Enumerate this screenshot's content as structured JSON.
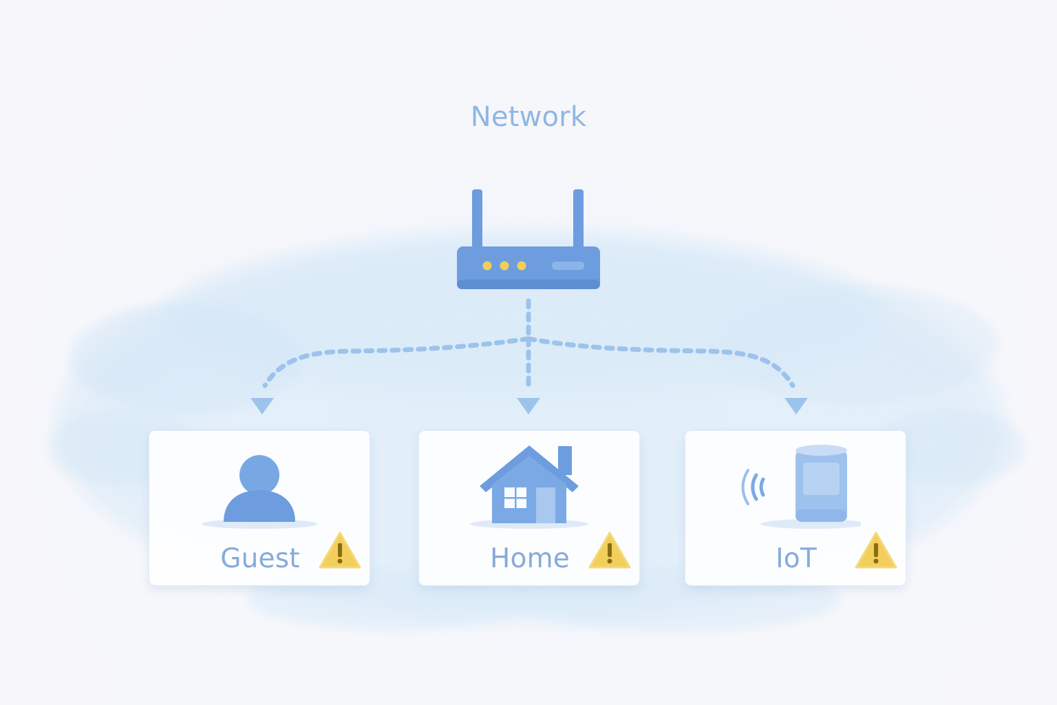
{
  "diagram": {
    "title": "Network",
    "root": {
      "icon": "router-icon"
    },
    "segments": [
      {
        "label": "Guest",
        "icon": "user-icon",
        "status_icon": "warning-icon"
      },
      {
        "label": "Home",
        "icon": "house-icon",
        "status_icon": "warning-icon"
      },
      {
        "label": "IoT",
        "icon": "iot-sensor-icon",
        "status_icon": "warning-icon"
      }
    ],
    "colors": {
      "primary": "#6b9ee0",
      "primary_dark": "#5e8fd3",
      "label": "#86abd8",
      "warning": "#f2ce5c",
      "warning_mark": "#8a6c12",
      "led": "#f2cf5a",
      "background": "#f6f7fb"
    }
  }
}
